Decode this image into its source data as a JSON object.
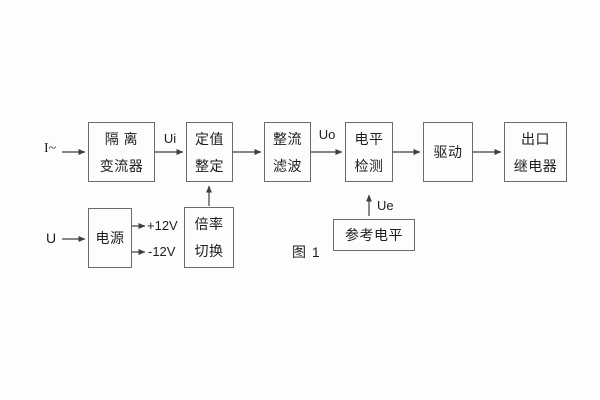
{
  "figure": {
    "caption": "图 1"
  },
  "labels": {
    "input_current": "I~",
    "input_voltage": "U",
    "signal_ui": "Ui",
    "signal_uo": "Uo",
    "signal_ue": "Ue",
    "rail_positive": "+12V",
    "rail_negative": "-12V"
  },
  "blocks": {
    "isolation": {
      "line1": "隔 离",
      "line2": "变流器"
    },
    "setting": {
      "line1": "定值",
      "line2": "整定"
    },
    "rectify_filter": {
      "line1": "整流",
      "line2": "滤波"
    },
    "level_detect": {
      "line1": "电平",
      "line2": "检测"
    },
    "drive": {
      "line1": "驱动"
    },
    "output_relay": {
      "line1": "出口",
      "line2": "继电器"
    },
    "power": {
      "line1": "电源"
    },
    "ratio_switch": {
      "line1": "倍率",
      "line2": "切换"
    },
    "reference_level": {
      "line1": "参考电平"
    }
  },
  "colors": {
    "background": "#fdfdfd",
    "box_border": "#6b6b6b",
    "line": "#3f3f3f",
    "text": "#1e1e1e"
  }
}
